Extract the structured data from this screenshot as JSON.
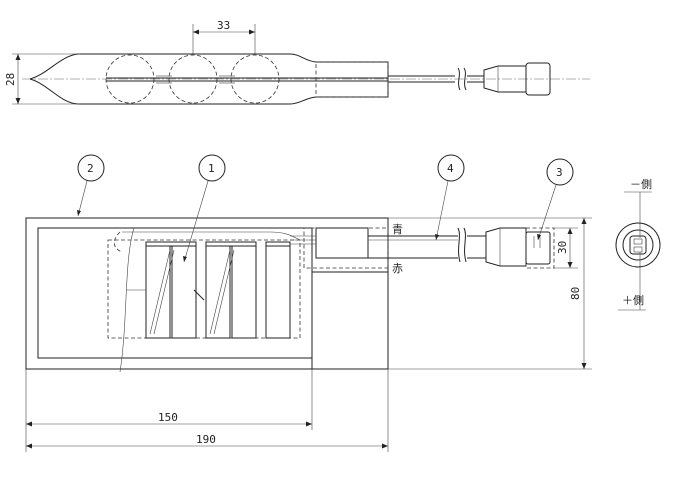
{
  "dimensions": {
    "cell_pitch": "33",
    "pack_thickness": "28",
    "width_150": "150",
    "width_190": "190",
    "height_80": "80",
    "connector_height": "30"
  },
  "callouts": [
    {
      "number": "1"
    },
    {
      "number": "2"
    },
    {
      "number": "3"
    },
    {
      "number": "4"
    }
  ],
  "leads": {
    "blue_label": "青",
    "red_label": "赤"
  },
  "polarity": {
    "negative_label": "－側",
    "positive_label": "＋側"
  },
  "colors": {
    "line": "#222222",
    "background": "#ffffff"
  }
}
